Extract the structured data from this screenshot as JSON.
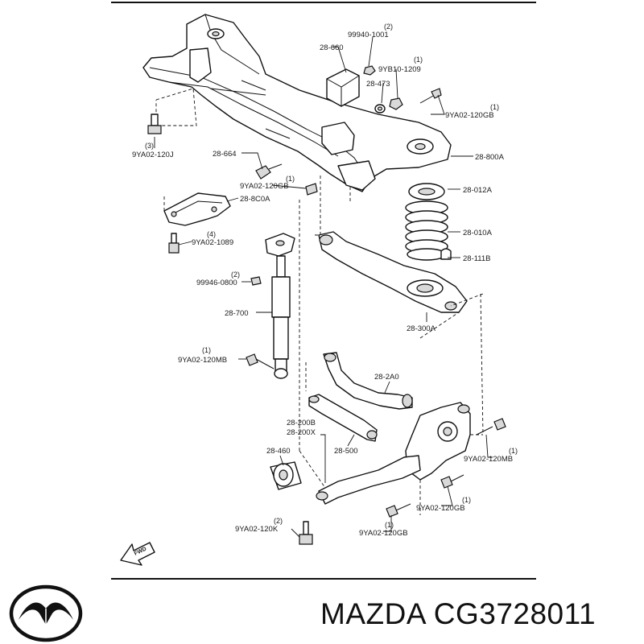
{
  "labels": {
    "crossmember": "28-800A",
    "bush_660": "28-660",
    "nut_1001": "99940-1001",
    "nut_1001_qty": "(2)",
    "washer_473": "28-473",
    "bolt_1209": "9YB10-1209",
    "bolt_1209_qty": "(1)",
    "bolt_120gb_top": "9YA02-120GB",
    "bolt_120gb_top_qty": "(1)",
    "bolt_120j": "9YA02-120J",
    "bolt_120j_qty": "(3)",
    "bracket_664": "28-664",
    "bolt_120gb_mid": "9YA02-120GB",
    "bolt_120gb_mid_qty": "(1)",
    "plate_8c0a": "28-8C0A",
    "bolt_1089": "9YA02-1089",
    "bolt_1089_qty": "(4)",
    "seat_012a": "28-012A",
    "spring_010a": "28-010A",
    "bumper_111b": "28-111B",
    "nut_0800": "99946-0800",
    "nut_0800_qty": "(2)",
    "shock_700": "28-700",
    "arm_300a": "28-300A",
    "bolt_120mb_left": "9YA02-120MB",
    "bolt_120mb_left_qty": "(1)",
    "upper_arm_2a0": "28-2A0",
    "link_200b": "28-200B",
    "link_200x": "28-200X",
    "link_500": "28-500",
    "bush_460": "28-460",
    "bolt_120mb_right": "9YA02-120MB",
    "bolt_120mb_right_qty": "(1)",
    "bolt_120gb_low1": "9YA02-120GB",
    "bolt_120gb_low1_qty": "(1)",
    "bolt_120k": "9YA02-120K",
    "bolt_120k_qty": "(2)",
    "bolt_120gb_low2": "9YA02-120GB",
    "bolt_120gb_low2_qty": "(1)",
    "fwd": "FWD"
  },
  "brand": "MAZDA",
  "part_number": "CG3728011",
  "brand_logo": "mazda-logo-icon"
}
